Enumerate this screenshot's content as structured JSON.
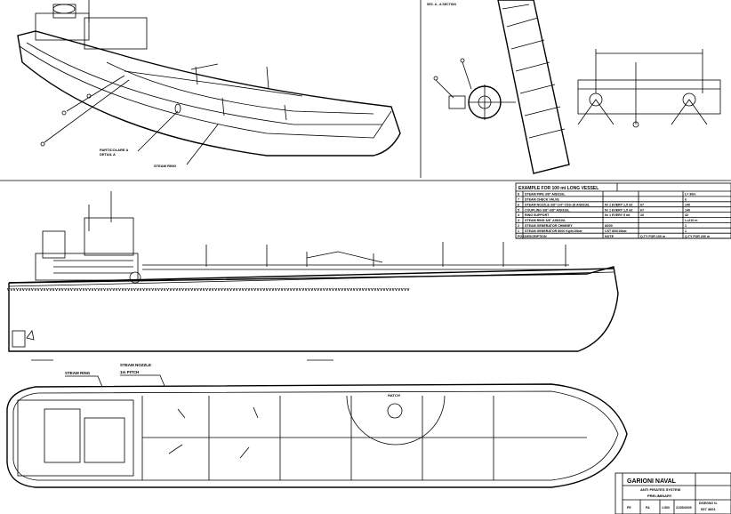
{
  "top_left": {
    "label_detail": [
      "PARTICOLARE A",
      "DETAIL A"
    ],
    "label_steam_ring": "STEAM RING"
  },
  "top_right": {
    "label_section": "SEZ. A - A SECTION"
  },
  "table": {
    "title": "EXAMPLE FOR 100 mt LONG VESSEL",
    "rows": [
      {
        "pos": "8",
        "desc": "STEAM PIPE 3/8\" AISI316L",
        "note": "",
        "qty": "",
        "qty2": "L= 30m"
      },
      {
        "pos": "7",
        "desc": "STEAM CHECK VALVE",
        "note": "",
        "qty": "",
        "qty2": "6"
      },
      {
        "pos": "6",
        "desc": "STEAM NOZZLE 3/8\"-1/4\" CSS-18 AISI316L",
        "note": "Nr 1 EVERY 1,5 mt",
        "qty": "67",
        "qty2": "140"
      },
      {
        "pos": "5",
        "desc": "COUPLING 3/8\"-3/8\" AISI316L",
        "note": "Nr 1 EVERY 1,5 mt",
        "qty": "67",
        "qty2": "140"
      },
      {
        "pos": "4",
        "desc": "RING SUPPORT",
        "note": "Nr 1 EVERY 5 mt",
        "qty": "20",
        "qty2": "42"
      },
      {
        "pos": "3",
        "desc": "STEAM RING 3/8\" AISI316L",
        "note": "",
        "qty": "",
        "qty2": "L=210 m"
      },
      {
        "pos": "2",
        "desc": "STEAM GENERATOR CHIMNEY",
        "note": "Ø200",
        "qty": "",
        "qty2": "1"
      },
      {
        "pos": "1",
        "desc": "STEAM GENERATOR 8000 Kg/h/10bar",
        "note": "CST 800/10bar",
        "qty": "",
        "qty2": "1"
      }
    ],
    "header": {
      "pos": "POS",
      "desc": "DESCRIPTION",
      "note": "NOTE",
      "qty": "Q.TY FOR 100 m",
      "qty2": "Q.TY FOR 200 m"
    }
  },
  "plan": {
    "label_steam_ring": "STEAM RING",
    "label_nozzle": "STEAM NOZZLE",
    "label_pitch": "1m PITCH",
    "label_hatch": "HATCH"
  },
  "title_block": {
    "company": "GARIONI NAVAL",
    "title": "ANTI PIRATES SYSTEM",
    "subtitle": "PRELIMINARY",
    "drawn": "PE",
    "checked": "PA",
    "scale": "1:500",
    "date": "21/05/2009",
    "drawing_no_label": "DISEGNO N.",
    "drawing_no": "537 4601"
  }
}
